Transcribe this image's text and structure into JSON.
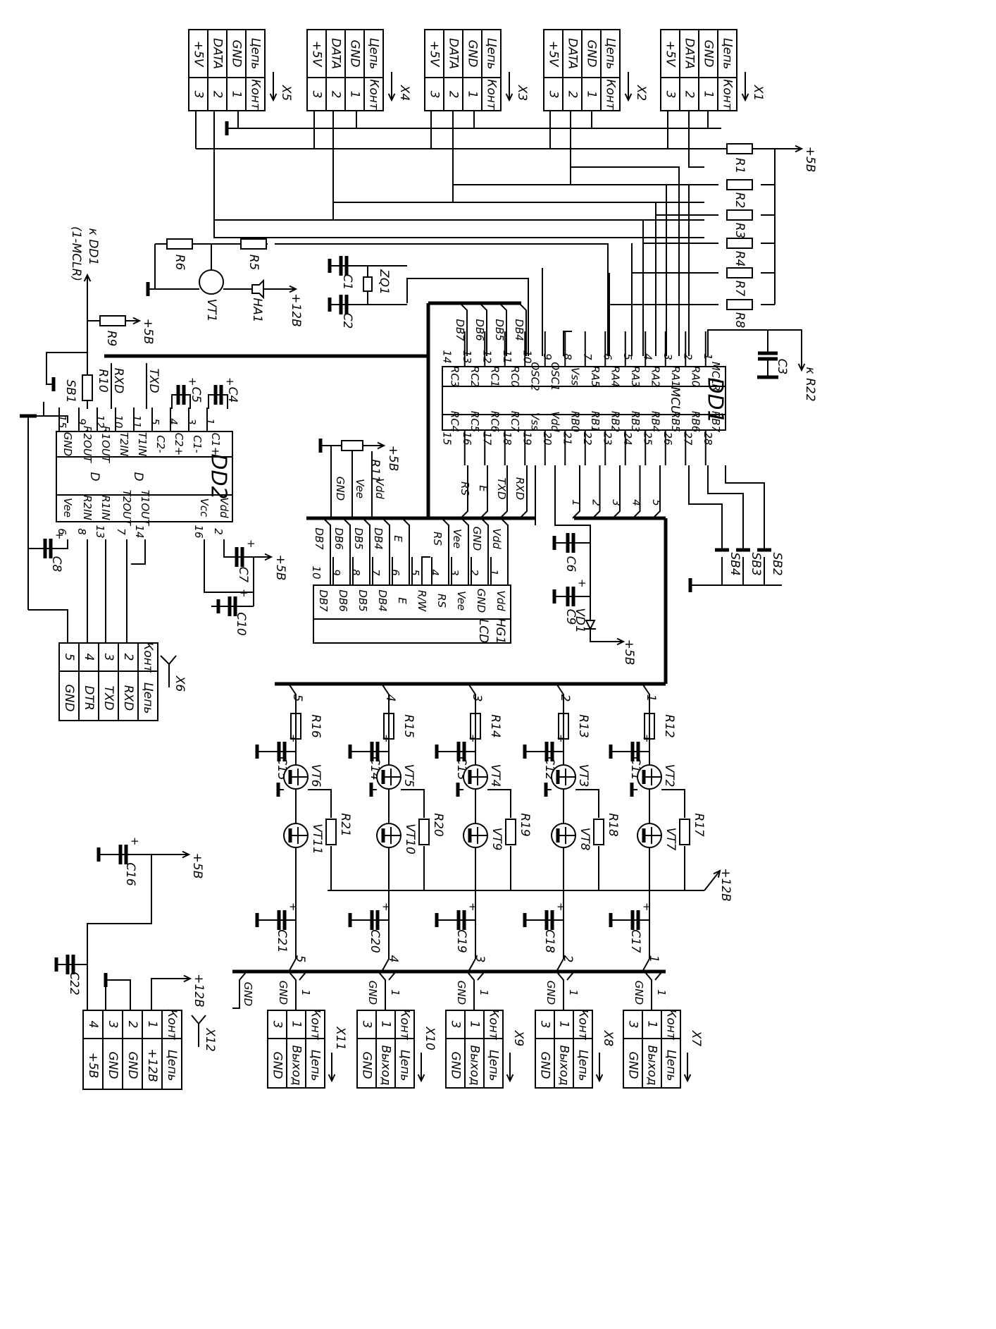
{
  "power_labels": {
    "p5": "+5В",
    "p12": "+12В",
    "gnd": "GND",
    "to_dd1": "к DD1",
    "to_dd1_pin": "(1-MCLR)",
    "to_r22": "к R22"
  },
  "headers": {
    "tsep": "Цепь",
    "tkont": "Конт"
  },
  "x_top": [
    {
      "id": "X1",
      "signals": [
        "Цепь",
        "GND",
        "DATA",
        "+5V"
      ],
      "pins": [
        "Конт",
        "1",
        "2",
        "3"
      ]
    },
    {
      "id": "X2",
      "signals": [
        "Цепь",
        "GND",
        "DATA",
        "+5V"
      ],
      "pins": [
        "Конт",
        "1",
        "2",
        "3"
      ]
    },
    {
      "id": "X3",
      "signals": [
        "Цепь",
        "GND",
        "DATA",
        "+5V"
      ],
      "pins": [
        "Конт",
        "1",
        "2",
        "3"
      ]
    },
    {
      "id": "X4",
      "signals": [
        "Цепь",
        "GND",
        "DATA",
        "+5V"
      ],
      "pins": [
        "Конт",
        "1",
        "2",
        "3"
      ]
    },
    {
      "id": "X5",
      "signals": [
        "Цепь",
        "GND",
        "DATA",
        "+5V"
      ],
      "pins": [
        "Конт",
        "1",
        "2",
        "3"
      ]
    }
  ],
  "dd1": {
    "id": "DD1",
    "type": "MCU",
    "left_names": [
      "MCLR",
      "RA0",
      "RA1",
      "RA2",
      "RA3",
      "RA4",
      "RA5",
      "Vss",
      "OSC1",
      "OSC2",
      "RC0",
      "RC1",
      "RC2",
      "RC3"
    ],
    "left_pins": [
      "1",
      "2",
      "3",
      "4",
      "5",
      "6",
      "7",
      "8",
      "9",
      "10",
      "11",
      "12",
      "13",
      "14"
    ],
    "right_names": [
      "RB7",
      "RB6",
      "RB5",
      "RB4",
      "RB3",
      "RB2",
      "RB1",
      "RB0",
      "Vdd",
      "Vss",
      "RC7",
      "RC6",
      "RC5",
      "RC4"
    ],
    "right_pins": [
      "28",
      "27",
      "26",
      "25",
      "24",
      "23",
      "22",
      "21",
      "20",
      "19",
      "18",
      "17",
      "16",
      "15"
    ],
    "osc_side": [
      "DB4",
      "DB5",
      "DB6",
      "DB7"
    ],
    "rc_side": [
      "RXD",
      "TXD",
      "E",
      "RS"
    ],
    "rb_bus": [
      "1",
      "2",
      "3",
      "4",
      "5"
    ]
  },
  "dd2": {
    "id": "DD2",
    "top_names": [
      "C1+",
      "C1-",
      "C2+",
      "C2-",
      "T1IN",
      "T2IN",
      "R1OUT",
      "R2OUT",
      "GND"
    ],
    "top_pins": [
      "1",
      "3",
      "4",
      "5",
      "11",
      "10",
      "12",
      "9",
      "15"
    ],
    "bot_names": [
      "Vdd",
      "Vcc",
      "T1OUT",
      "T2OUT",
      "R1IN",
      "R2IN",
      "Vee"
    ],
    "bot_pins": [
      "2",
      "16",
      "14",
      "7",
      "13",
      "8",
      "6"
    ],
    "mid": [
      "D",
      "D"
    ],
    "signals": [
      "TXD",
      "RXD"
    ]
  },
  "hg1": {
    "id": "HG1",
    "type": "LCD",
    "names": [
      "Vdd",
      "GND",
      "Vee",
      "RS",
      "R/W",
      "E",
      "DB4",
      "DB5",
      "DB6",
      "DB7"
    ],
    "pins": [
      "1",
      "2",
      "3",
      "4",
      "5",
      "6",
      "7",
      "8",
      "9",
      "10"
    ],
    "wires": [
      "Vdd",
      "GND",
      "Vee",
      "RS",
      "E",
      "DB4",
      "DB5",
      "DB6",
      "DB7"
    ]
  },
  "x6": {
    "id": "X6",
    "signals": [
      "Цепь",
      "RXD",
      "TXD",
      "DTR",
      "GND"
    ],
    "pins": [
      "Конт",
      "2",
      "3",
      "4",
      "5"
    ]
  },
  "x12": {
    "id": "X12",
    "signals": [
      "Цепь",
      "+12В",
      "GND",
      "GND",
      "+5В"
    ],
    "pins": [
      "Конт",
      "1",
      "2",
      "3",
      "4"
    ]
  },
  "x_out": [
    {
      "id": "X7",
      "signals": [
        "Цепь",
        "Выход",
        "GND"
      ],
      "pins": [
        "Конт",
        "1",
        "3"
      ]
    },
    {
      "id": "X8",
      "signals": [
        "Цепь",
        "Выход",
        "GND"
      ],
      "pins": [
        "Конт",
        "1",
        "3"
      ]
    },
    {
      "id": "X9",
      "signals": [
        "Цепь",
        "Выход",
        "GND"
      ],
      "pins": [
        "Конт",
        "1",
        "3"
      ]
    },
    {
      "id": "X10",
      "signals": [
        "Цепь",
        "Выход",
        "GND"
      ],
      "pins": [
        "Конт",
        "1",
        "3"
      ]
    },
    {
      "id": "X11",
      "signals": [
        "Цепь",
        "Выход",
        "GND"
      ],
      "pins": [
        "Конт",
        "1",
        "3"
      ]
    }
  ],
  "channels": [
    {
      "n": "1",
      "r_in": "R12",
      "c_in": "C11",
      "q1": "VT2",
      "r_mid": "R17",
      "q2": "VT7",
      "c_out": "C17"
    },
    {
      "n": "2",
      "r_in": "R13",
      "c_in": "C12",
      "q1": "VT3",
      "r_mid": "R18",
      "q2": "VT8",
      "c_out": "C18"
    },
    {
      "n": "3",
      "r_in": "R14",
      "c_in": "C13",
      "q1": "VT4",
      "r_mid": "R19",
      "q2": "VT9",
      "c_out": "C19"
    },
    {
      "n": "4",
      "r_in": "R15",
      "c_in": "C14",
      "q1": "VT5",
      "r_mid": "R20",
      "q2": "VT10",
      "c_out": "C20"
    },
    {
      "n": "5",
      "r_in": "R16",
      "c_in": "C15",
      "q1": "VT6",
      "r_mid": "R21",
      "q2": "VT11",
      "c_out": "C21"
    }
  ],
  "pullups": [
    "R1",
    "R2",
    "R3",
    "R4",
    "R7",
    "R8"
  ],
  "buttons": [
    "SB2",
    "SB3",
    "SB4"
  ],
  "comp": {
    "c1": "C1",
    "c2": "C2",
    "c3": "C3",
    "c4": "C4",
    "c5": "C5",
    "c6": "C6",
    "c7": "C7",
    "c8": "C8",
    "c9": "C9",
    "c10": "C10",
    "c16": "C16",
    "c22": "C22",
    "zq1": "ZQ1",
    "r5": "R5",
    "r6": "R6",
    "r9": "R9",
    "r10": "R10",
    "r11": "R11",
    "vt1": "VT1",
    "ha1": "HA1",
    "vd1": "VD1",
    "sb1": "SB1"
  },
  "r11_pins": [
    "GND",
    "Vee",
    "Vdd"
  ]
}
